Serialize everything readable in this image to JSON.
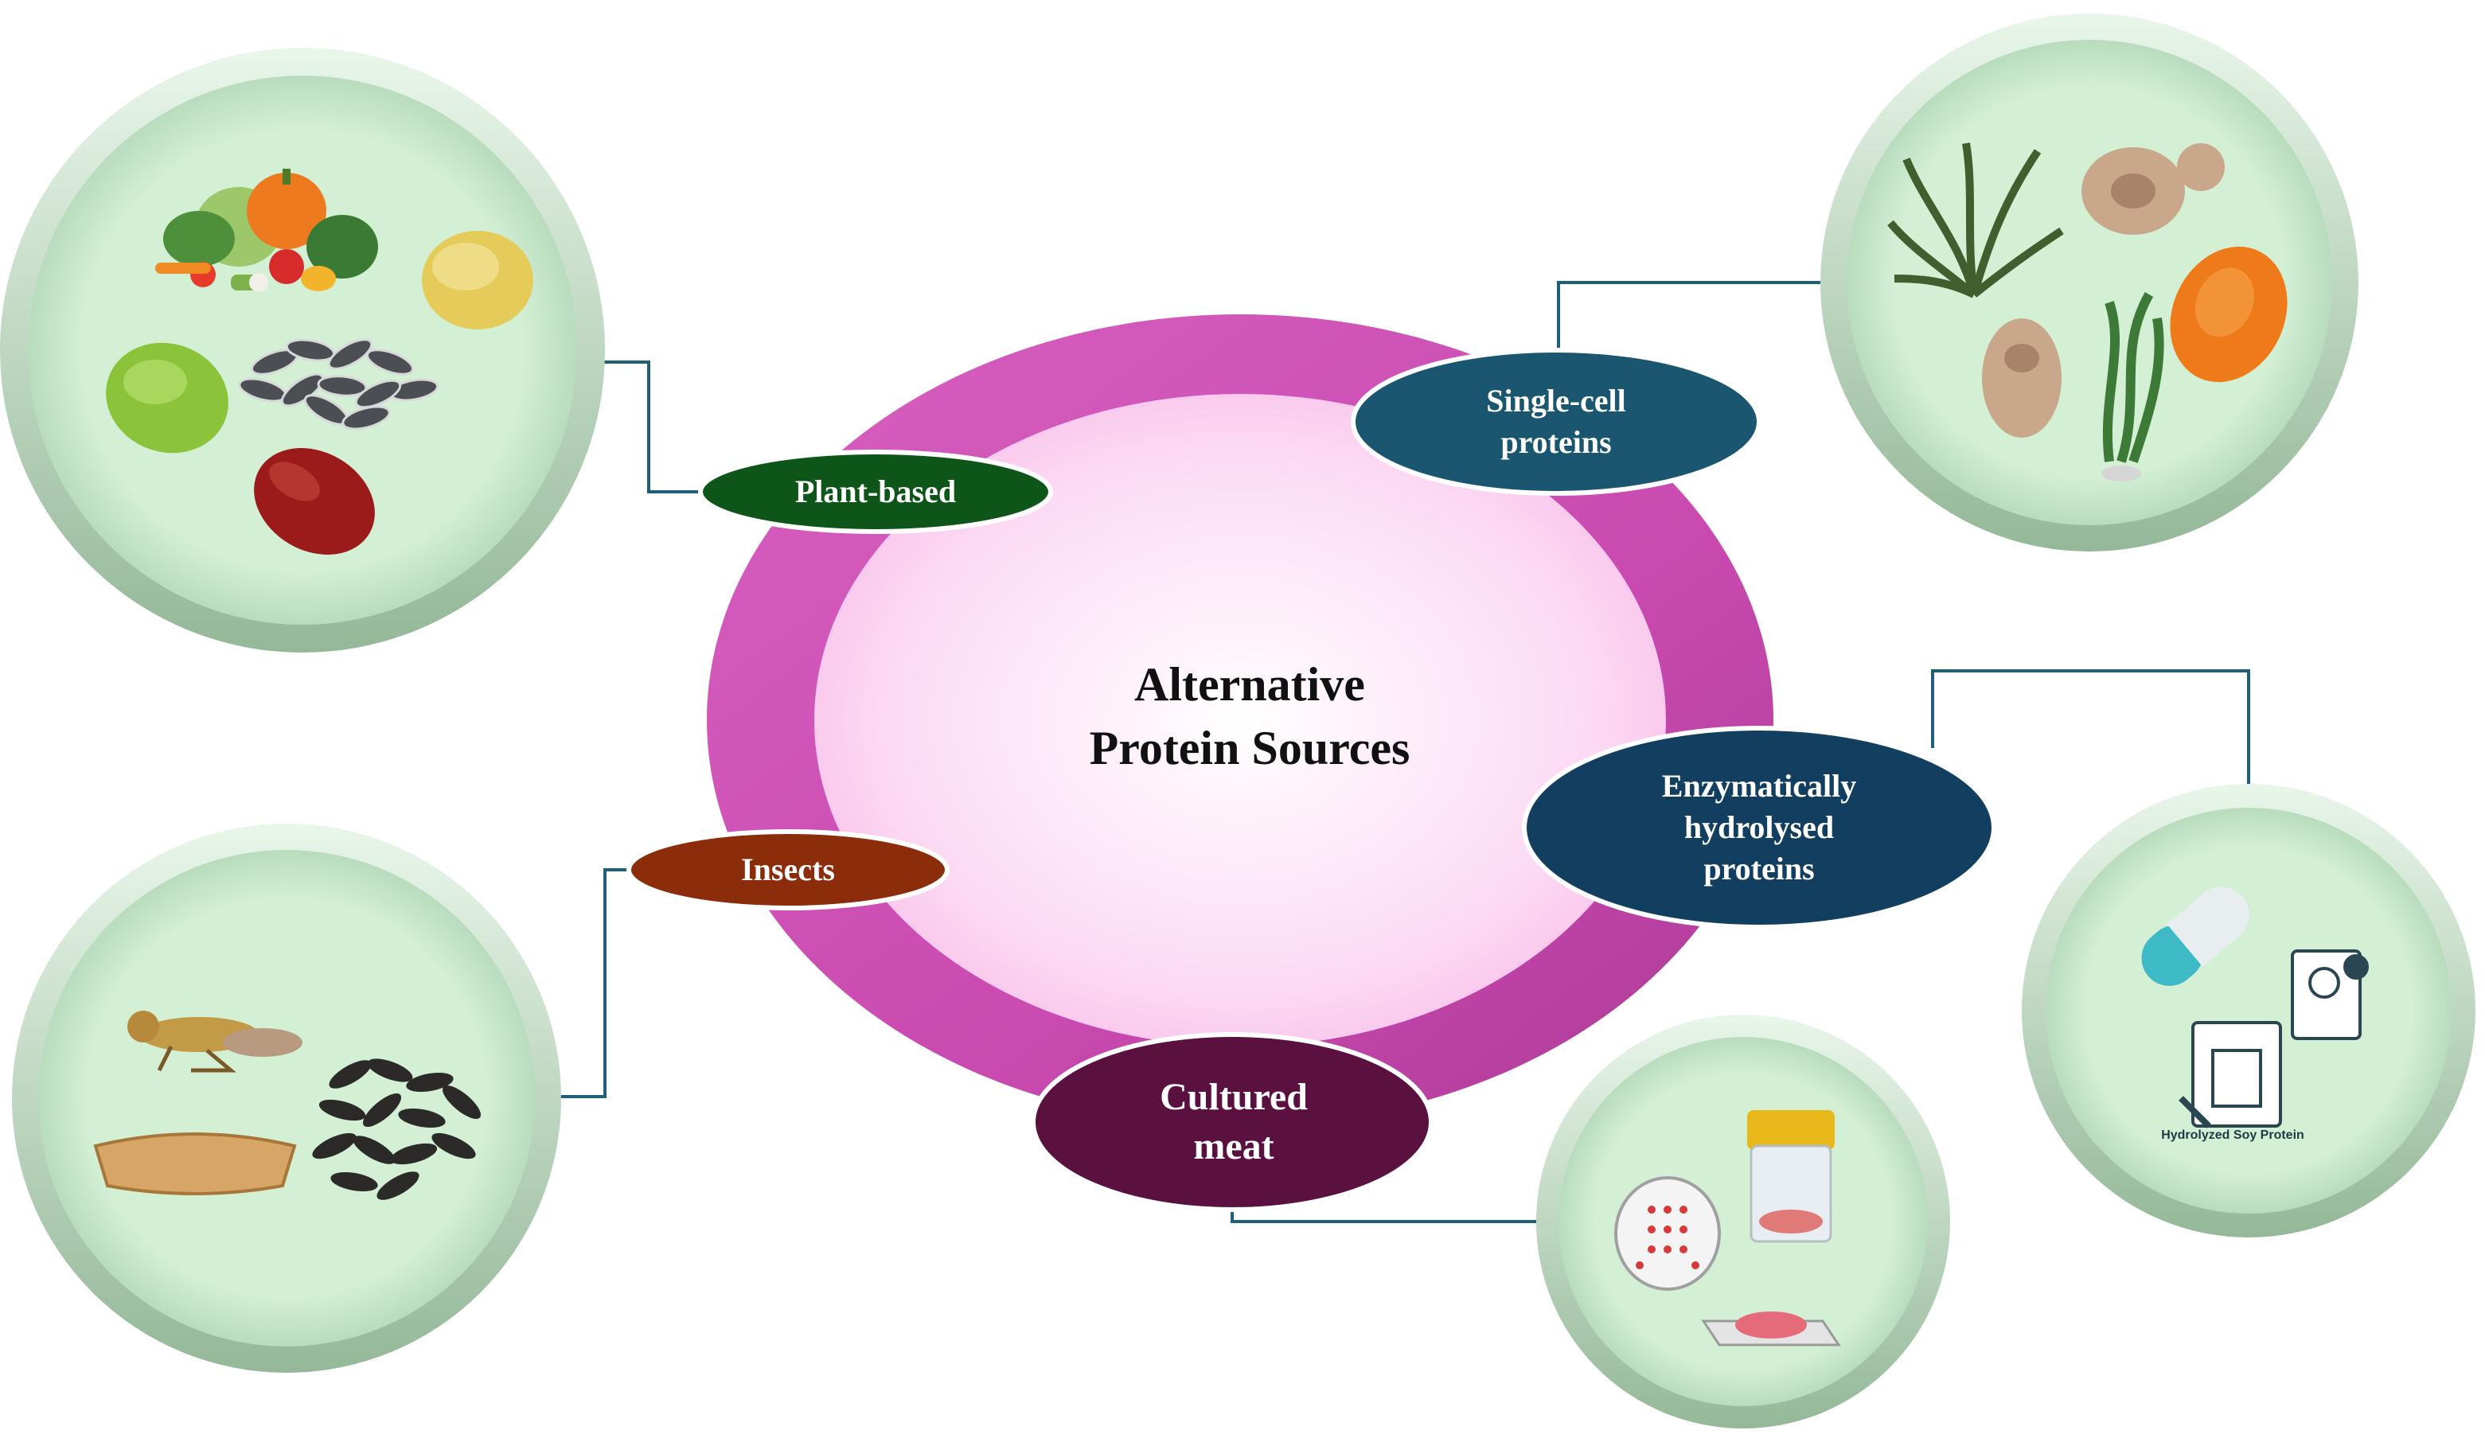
{
  "title": {
    "line1": "Alternative",
    "line2": "Protein Sources"
  },
  "categories": [
    {
      "id": "plant",
      "label": "Plant-based",
      "color": "#0d5518"
    },
    {
      "id": "scp",
      "label_line1": "Single-cell",
      "label_line2": "proteins",
      "color": "#1a5670"
    },
    {
      "id": "enzymatic",
      "label_line1": "Enzymatically",
      "label_line2": "hydrolysed",
      "label_line3": "proteins",
      "color": "#123f5f"
    },
    {
      "id": "cultured",
      "label_line1": "Cultured",
      "label_line2": "meat",
      "color": "#5a1140"
    },
    {
      "id": "insects",
      "label": "Insects",
      "color": "#8b2c0a"
    }
  ],
  "images": {
    "enzymatic": {
      "caption": "Hydrolyzed Soy Protein"
    }
  },
  "colors": {
    "ring": "#d55ab9",
    "inner": "#fbd3f1",
    "circle_fill": "#d3f1d6",
    "circle_rim": "#a9c9ad",
    "connector": "#1f5f7a"
  },
  "icons": [
    "vegetables-icon",
    "soybean-icon",
    "green-bean-icon",
    "sunflower-seeds-icon",
    "kidney-bean-icon",
    "seaweed-icon",
    "yeast-cell-icon",
    "algae-icon",
    "spore-icon",
    "capsule-icon",
    "powder-bag-icon",
    "petri-dish-icon",
    "sample-jar-icon",
    "meat-slab-icon",
    "grasshopper-icon",
    "larva-icon",
    "crickets-pile-icon"
  ]
}
